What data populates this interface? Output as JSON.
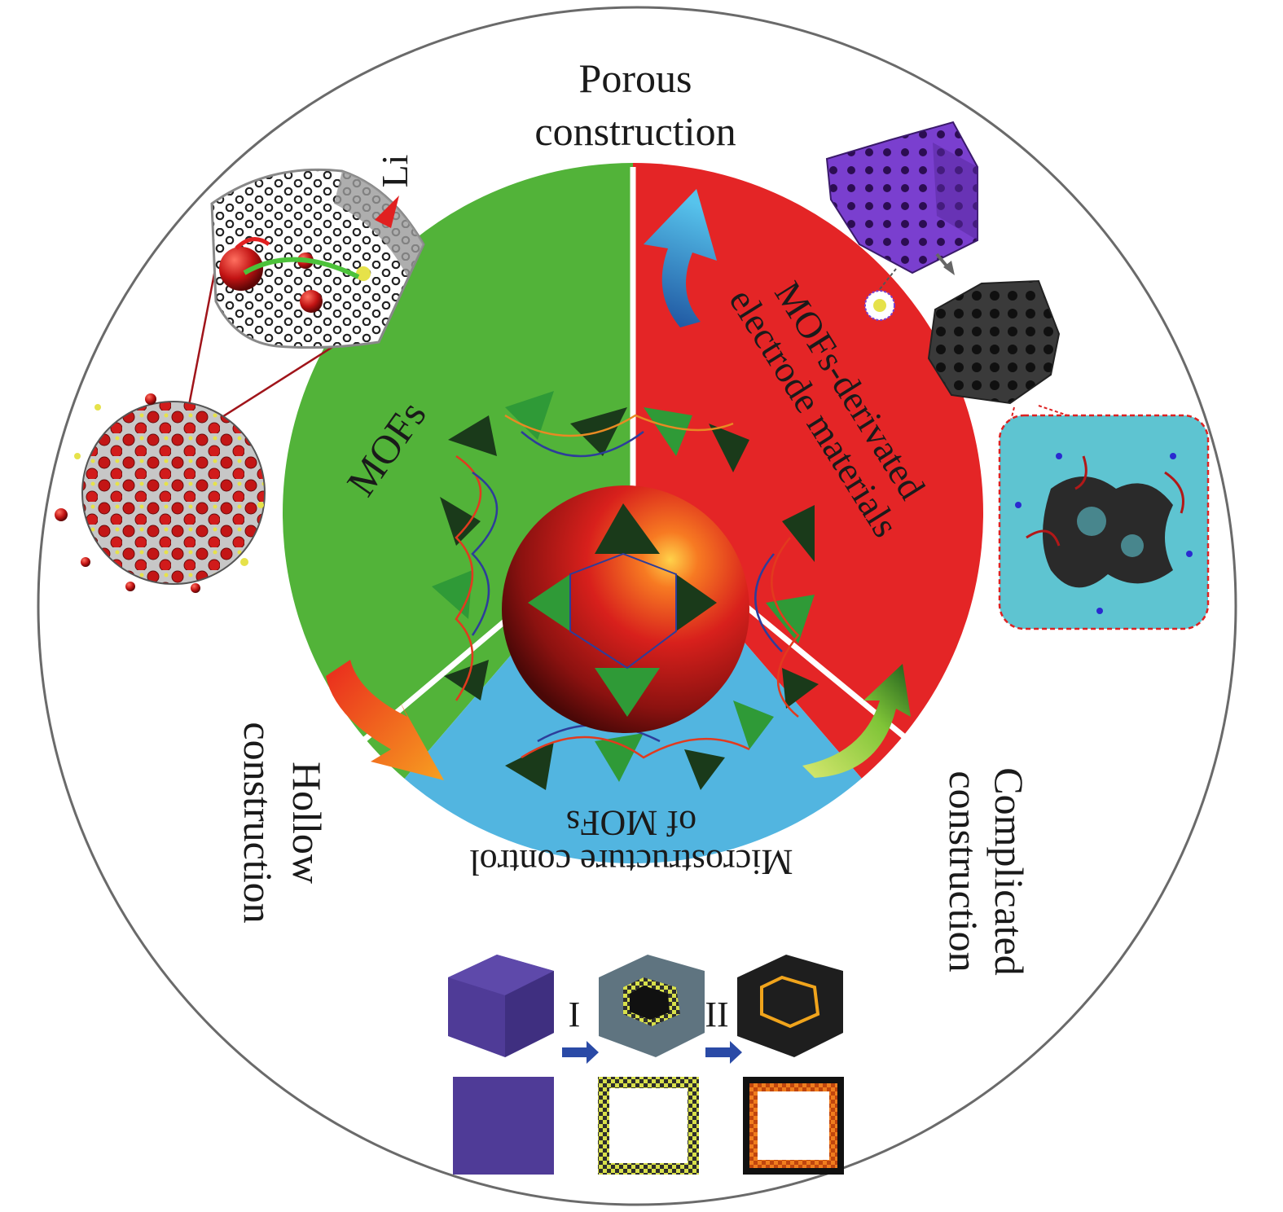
{
  "labels": {
    "porous_l1": "Porous",
    "porous_l2": "construction",
    "li": "Li",
    "mofs": "MOFs",
    "derived_l1": "MOFs-derivated",
    "derived_l2": "electrode materials",
    "micro_l1": "Microstructure control",
    "micro_l2": "of MOFs",
    "hollow_l1": "Hollow",
    "hollow_l2": "construction",
    "complicated_l1": "Complicated",
    "complicated_l2": "construction",
    "step_1": "I",
    "step_2": "II"
  },
  "colors": {
    "green_sector": "#52b339",
    "red_sector": "#e42526",
    "blue_sector": "#52b5e0",
    "purple_solid": "#4f3b97",
    "outer_ring": "#6a6a6a",
    "teal_panel": "#5ec4d1"
  }
}
